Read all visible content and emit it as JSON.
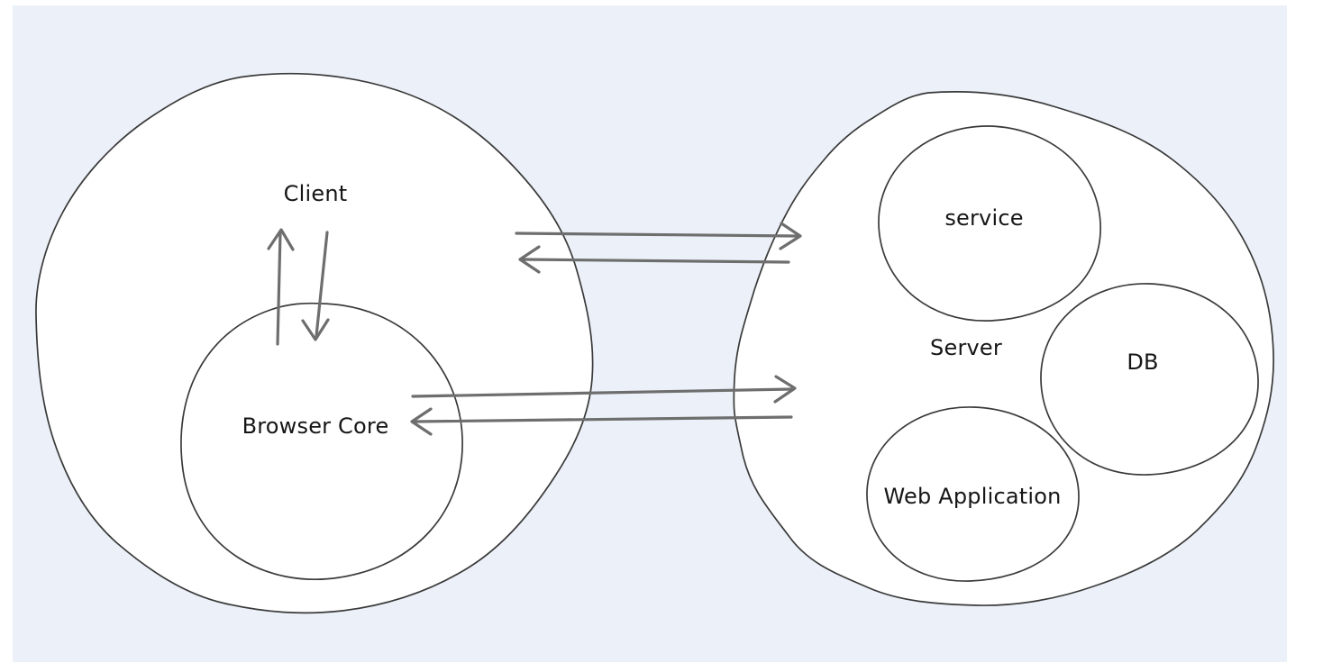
{
  "colors": {
    "page_background": "#ffffff",
    "canvas_background": "#ecf1f9",
    "node_fill": "#ffffff",
    "node_stroke": "#3a3a3a",
    "arrow": "#6e6e6e",
    "text": "#161616"
  },
  "nodes": {
    "client": {
      "label": "Client"
    },
    "browser_core": {
      "label": "Browser Core"
    },
    "server": {
      "label": "Server"
    },
    "service": {
      "label": "service"
    },
    "db": {
      "label": "DB"
    },
    "web_application": {
      "label": "Web Application"
    }
  },
  "arrows": [
    {
      "name": "client-to-server-top",
      "from": "Client",
      "to": "Server",
      "direction": "right"
    },
    {
      "name": "server-to-client-top",
      "from": "Server",
      "to": "Client",
      "direction": "left"
    },
    {
      "name": "browser-core-to-server",
      "from": "Browser Core",
      "to": "Server",
      "direction": "right"
    },
    {
      "name": "server-to-browser-core",
      "from": "Server",
      "to": "Browser Core",
      "direction": "left"
    },
    {
      "name": "browser-core-to-client",
      "from": "Browser Core",
      "to": "Client",
      "direction": "up"
    },
    {
      "name": "client-to-browser-core",
      "from": "Client",
      "to": "Browser Core",
      "direction": "down"
    }
  ]
}
